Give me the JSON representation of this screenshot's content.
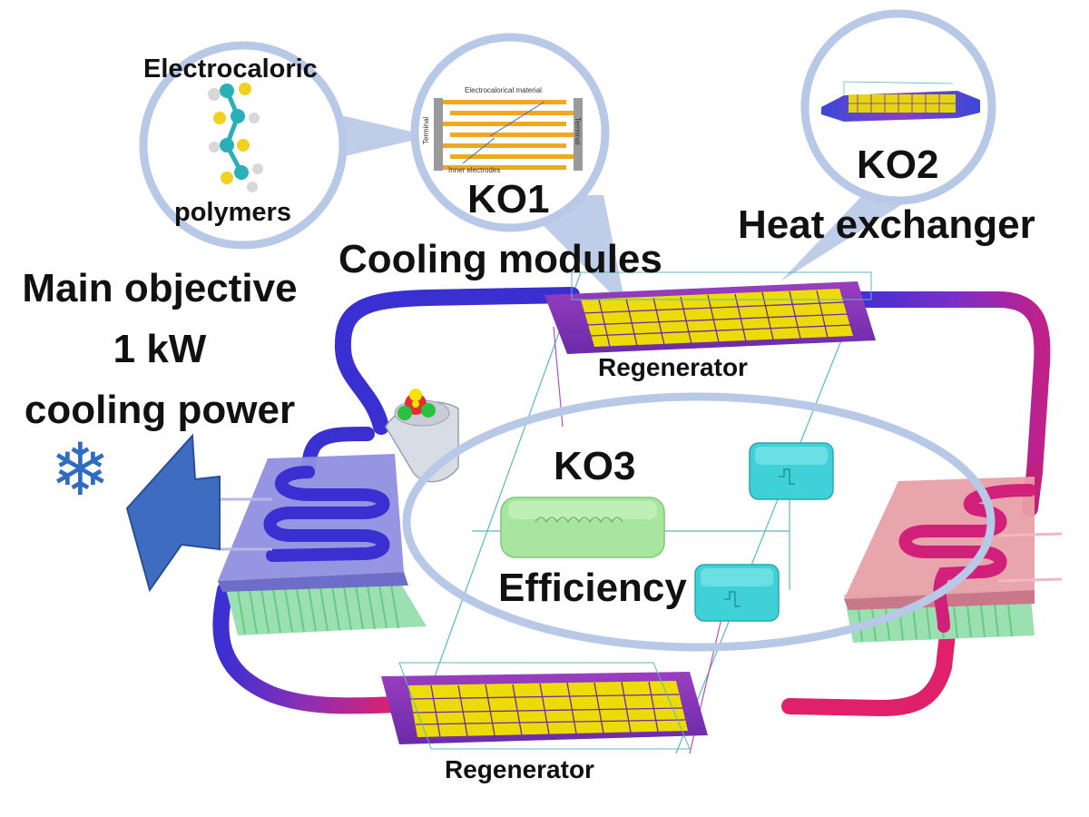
{
  "main_objective": {
    "line1": "Main objective",
    "line2": "1 kW",
    "line3": "cooling power"
  },
  "snowflake_icon": "❄",
  "ko1": {
    "code": "KO1",
    "title": "Cooling modules",
    "inset": {
      "material_label": "Electrocalorical material",
      "electrodes_label": "Inner electrodes",
      "terminal_left": "Terminal",
      "terminal_right": "Terminal"
    }
  },
  "polymer_bubble": {
    "top": "Electrocaloric",
    "bottom": "polymers"
  },
  "ko2": {
    "code": "KO2",
    "title": "Heat exchanger"
  },
  "ko3": {
    "code": "KO3",
    "title": "Efficiency"
  },
  "regenerator_top": "Regenerator",
  "regenerator_bottom": "Regenerator",
  "colors": {
    "bubble": "#b7c9e6",
    "bubble_border": "#8ea9d4",
    "pipe_cold": "#3a2fd1",
    "pipe_hot": "#e0206a",
    "cold_plate": "#8f8fe0",
    "hot_plate": "#e8a0a8",
    "fins": "#9be0b0",
    "coil": "#f2e400",
    "valve": "#3fd0d8",
    "tank": "#a8e6a0",
    "arrow": "#3d6cc0",
    "snowflake": "#2f6cbf"
  }
}
